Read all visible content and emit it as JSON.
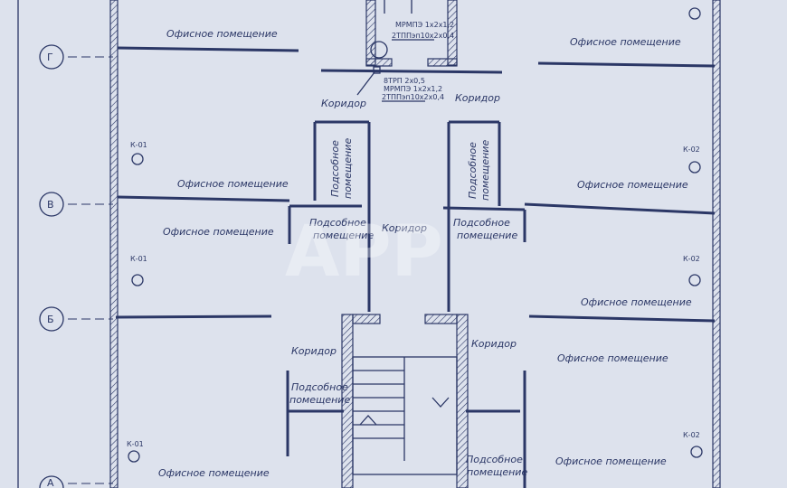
{
  "plan": {
    "axes": [
      "Г",
      "В",
      "Б",
      "А"
    ],
    "rooms": {
      "office": "Офисное помещение",
      "corridor": "Коридор",
      "utility_line1": "Подсобное",
      "utility_line2": "помещение",
      "utility_vertical": "Подсобное помещение"
    },
    "columns": [
      "К-01",
      "К-02"
    ],
    "annotations": {
      "upper_line1": "МРМПЭ 1х2х1,2",
      "upper_line2": "2ТППэп10х2х0,4",
      "lower_line1": "8ТРП 2х0,5",
      "lower_line2": "МРМПЭ 1х2х1,2",
      "lower_line3": "2ТППэп10х2х0,4"
    },
    "watermark": "АРР",
    "colors": {
      "paper": "#dde2ed",
      "ink": "#2b3766"
    }
  }
}
